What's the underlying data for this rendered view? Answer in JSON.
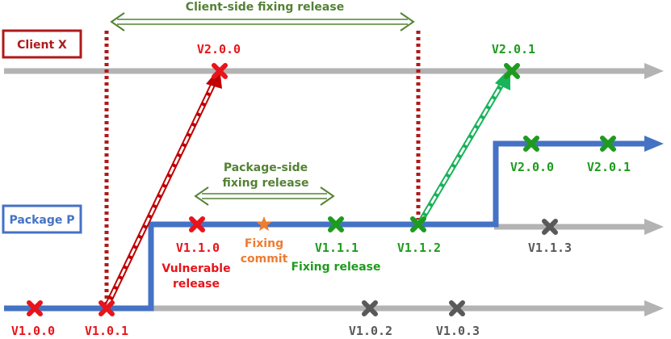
{
  "labels": {
    "client": "Client X",
    "package": "Package P",
    "client_fix_window": "Client-side fixing release",
    "package_fix_window_line1": "Package-side",
    "package_fix_window_line2": "fixing release",
    "vulnerable_line1": "Vulnerable",
    "vulnerable_line2": "release",
    "fixing_commit_line1": "Fixing",
    "fixing_commit_line2": "commit",
    "fixing_release": "Fixing release"
  },
  "versions": {
    "client_v200": "V2.0.0",
    "client_v201": "V2.0.1",
    "pkg_v100": "V1.0.0",
    "pkg_v101": "V1.0.1",
    "pkg_v102": "V1.0.2",
    "pkg_v103": "V1.0.3",
    "pkg_v110": "V1.1.0",
    "pkg_v111": "V1.1.1",
    "pkg_v112": "V1.1.2",
    "pkg_v113": "V1.1.3",
    "pkg_v200": "V2.0.0",
    "pkg_v201": "V2.0.1"
  },
  "colors": {
    "red": "#e8141b",
    "darkred": "#b01a1a",
    "green": "#1e9b1e",
    "olive": "#548235",
    "blue": "#4472c4",
    "gray": "#b3b3b3",
    "darkgray": "#666666",
    "orange": "#ed7d31"
  }
}
